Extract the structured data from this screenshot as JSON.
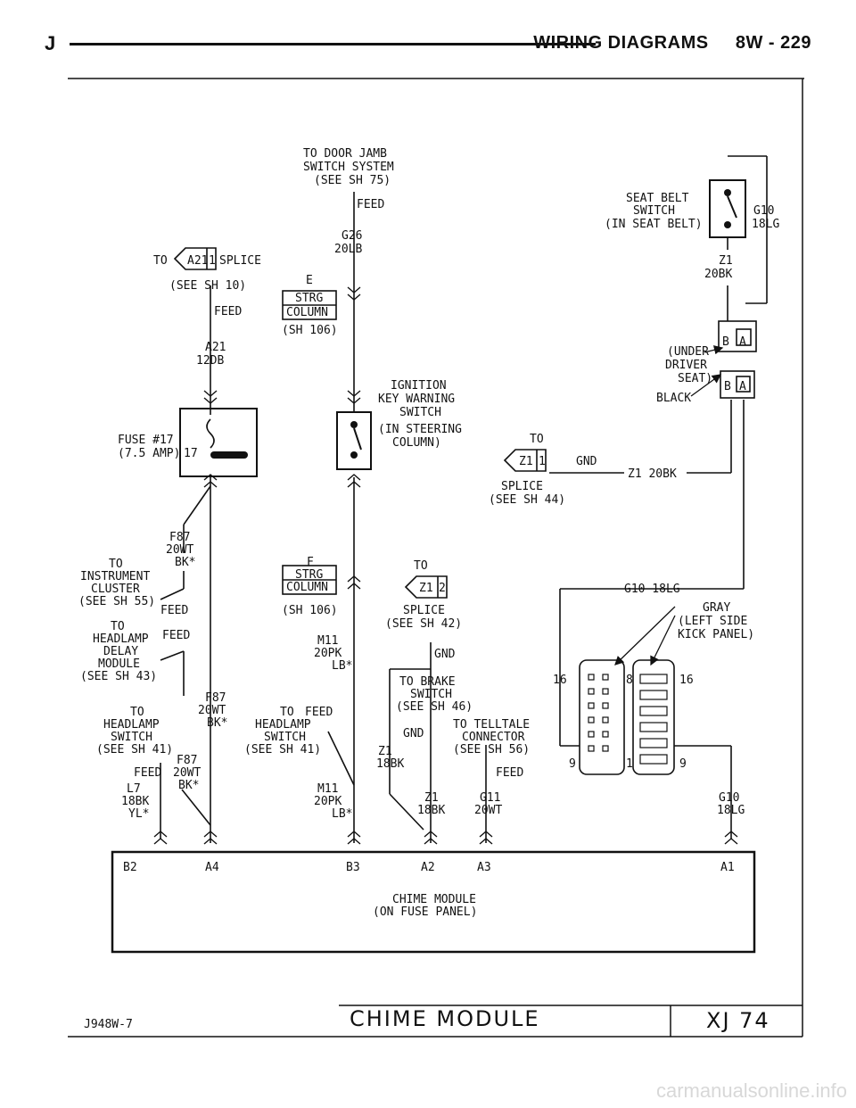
{
  "header": {
    "letter": "J",
    "title": "WIRING DIAGRAMS     8W - 229"
  },
  "door_jamb": [
    "TO DOOR JAMB",
    "SWITCH SYSTEM",
    "(SEE SH 75)"
  ],
  "feed": "FEED",
  "g26": [
    "G26",
    "20LB"
  ],
  "splice_a21": {
    "to": "TO",
    "id": "A21",
    "pin": "1",
    "word": "SPLICE",
    "ref": "(SEE SH 10)"
  },
  "a21_wire": [
    "A21",
    "12DB"
  ],
  "conn_e": "E",
  "strg": "STRG",
  "column": "COLUMN",
  "sh106": "(SH 106)",
  "fuse": [
    "FUSE #17",
    "(7.5 AMP)"
  ],
  "fuse_pin": "17",
  "ignition": [
    "IGNITION",
    "KEY WARNING",
    "SWITCH",
    "(IN STEERING",
    "COLUMN)"
  ],
  "seat_belt": [
    "SEAT BELT",
    "SWITCH",
    "(IN SEAT BELT)"
  ],
  "g10_top": [
    "G10",
    "18LG"
  ],
  "z1_top": [
    "Z1",
    "20BK"
  ],
  "under_seat": [
    "(UNDER",
    "DRIVER",
    "SEAT)",
    "BLACK"
  ],
  "conn_b": "B",
  "conn_a": "A",
  "splice_z1_44": {
    "to": "TO",
    "id": "Z1",
    "pin": "1",
    "gnd": "GND",
    "wire": "Z1 20BK",
    "word": "SPLICE",
    "ref": "(SEE SH 44)"
  },
  "f87_top": [
    "F87",
    "20WT",
    "BK*"
  ],
  "instrument": [
    "TO",
    "INSTRUMENT",
    "CLUSTER",
    "(SEE SH 55)"
  ],
  "conn_f": "F",
  "splice_z1_42": {
    "to": "TO",
    "id": "Z1",
    "pin": "2",
    "word": "SPLICE",
    "ref": "(SEE SH 42)"
  },
  "gnd": "GND",
  "g10_mid": "G10 18LG",
  "gray": [
    "GRAY",
    "(LEFT SIDE",
    "KICK PANEL)"
  ],
  "hl_delay": [
    "TO",
    "HEADLAMP",
    "DELAY",
    "MODULE",
    "(SEE SH 43)"
  ],
  "m11_a": [
    "M11",
    "20PK",
    "LB*"
  ],
  "brake": [
    "TO BRAKE",
    "SWITCH",
    "(SEE SH 46)"
  ],
  "conn_pins": [
    "16",
    "8",
    "16",
    "9",
    "1",
    "9"
  ],
  "f87_mid": [
    "F87",
    "20WT",
    "BK*"
  ],
  "hl_sw_left": [
    "TO",
    "HEADLAMP",
    "SWITCH",
    "(SEE SH 41)"
  ],
  "hl_sw_mid": [
    "TO",
    "HEADLAMP",
    "SWITCH",
    "(SEE SH 41)"
  ],
  "telltale": [
    "TO TELLTALE",
    "CONNECTOR",
    "(SEE SH 56)"
  ],
  "f87_low": [
    "F87",
    "20WT",
    "BK*"
  ],
  "l7": [
    "L7",
    "18BK",
    "YL*"
  ],
  "z1_18": [
    "Z1",
    "18BK"
  ],
  "m11_b": [
    "M11",
    "20PK",
    "LB*"
  ],
  "z1_18b": [
    "Z1",
    "18BK"
  ],
  "g11": [
    "G11",
    "20WT"
  ],
  "g10_low": [
    "G10",
    "18LG"
  ],
  "module_pins": [
    "B2",
    "A4",
    "B3",
    "A2",
    "A3",
    "A1"
  ],
  "module": [
    "CHIME MODULE",
    "(ON FUSE PANEL)"
  ],
  "footer": {
    "code": "J948W-7",
    "title": "CHIME MODULE",
    "page": "XJ 74"
  },
  "watermark": "carmanualsonline.info"
}
